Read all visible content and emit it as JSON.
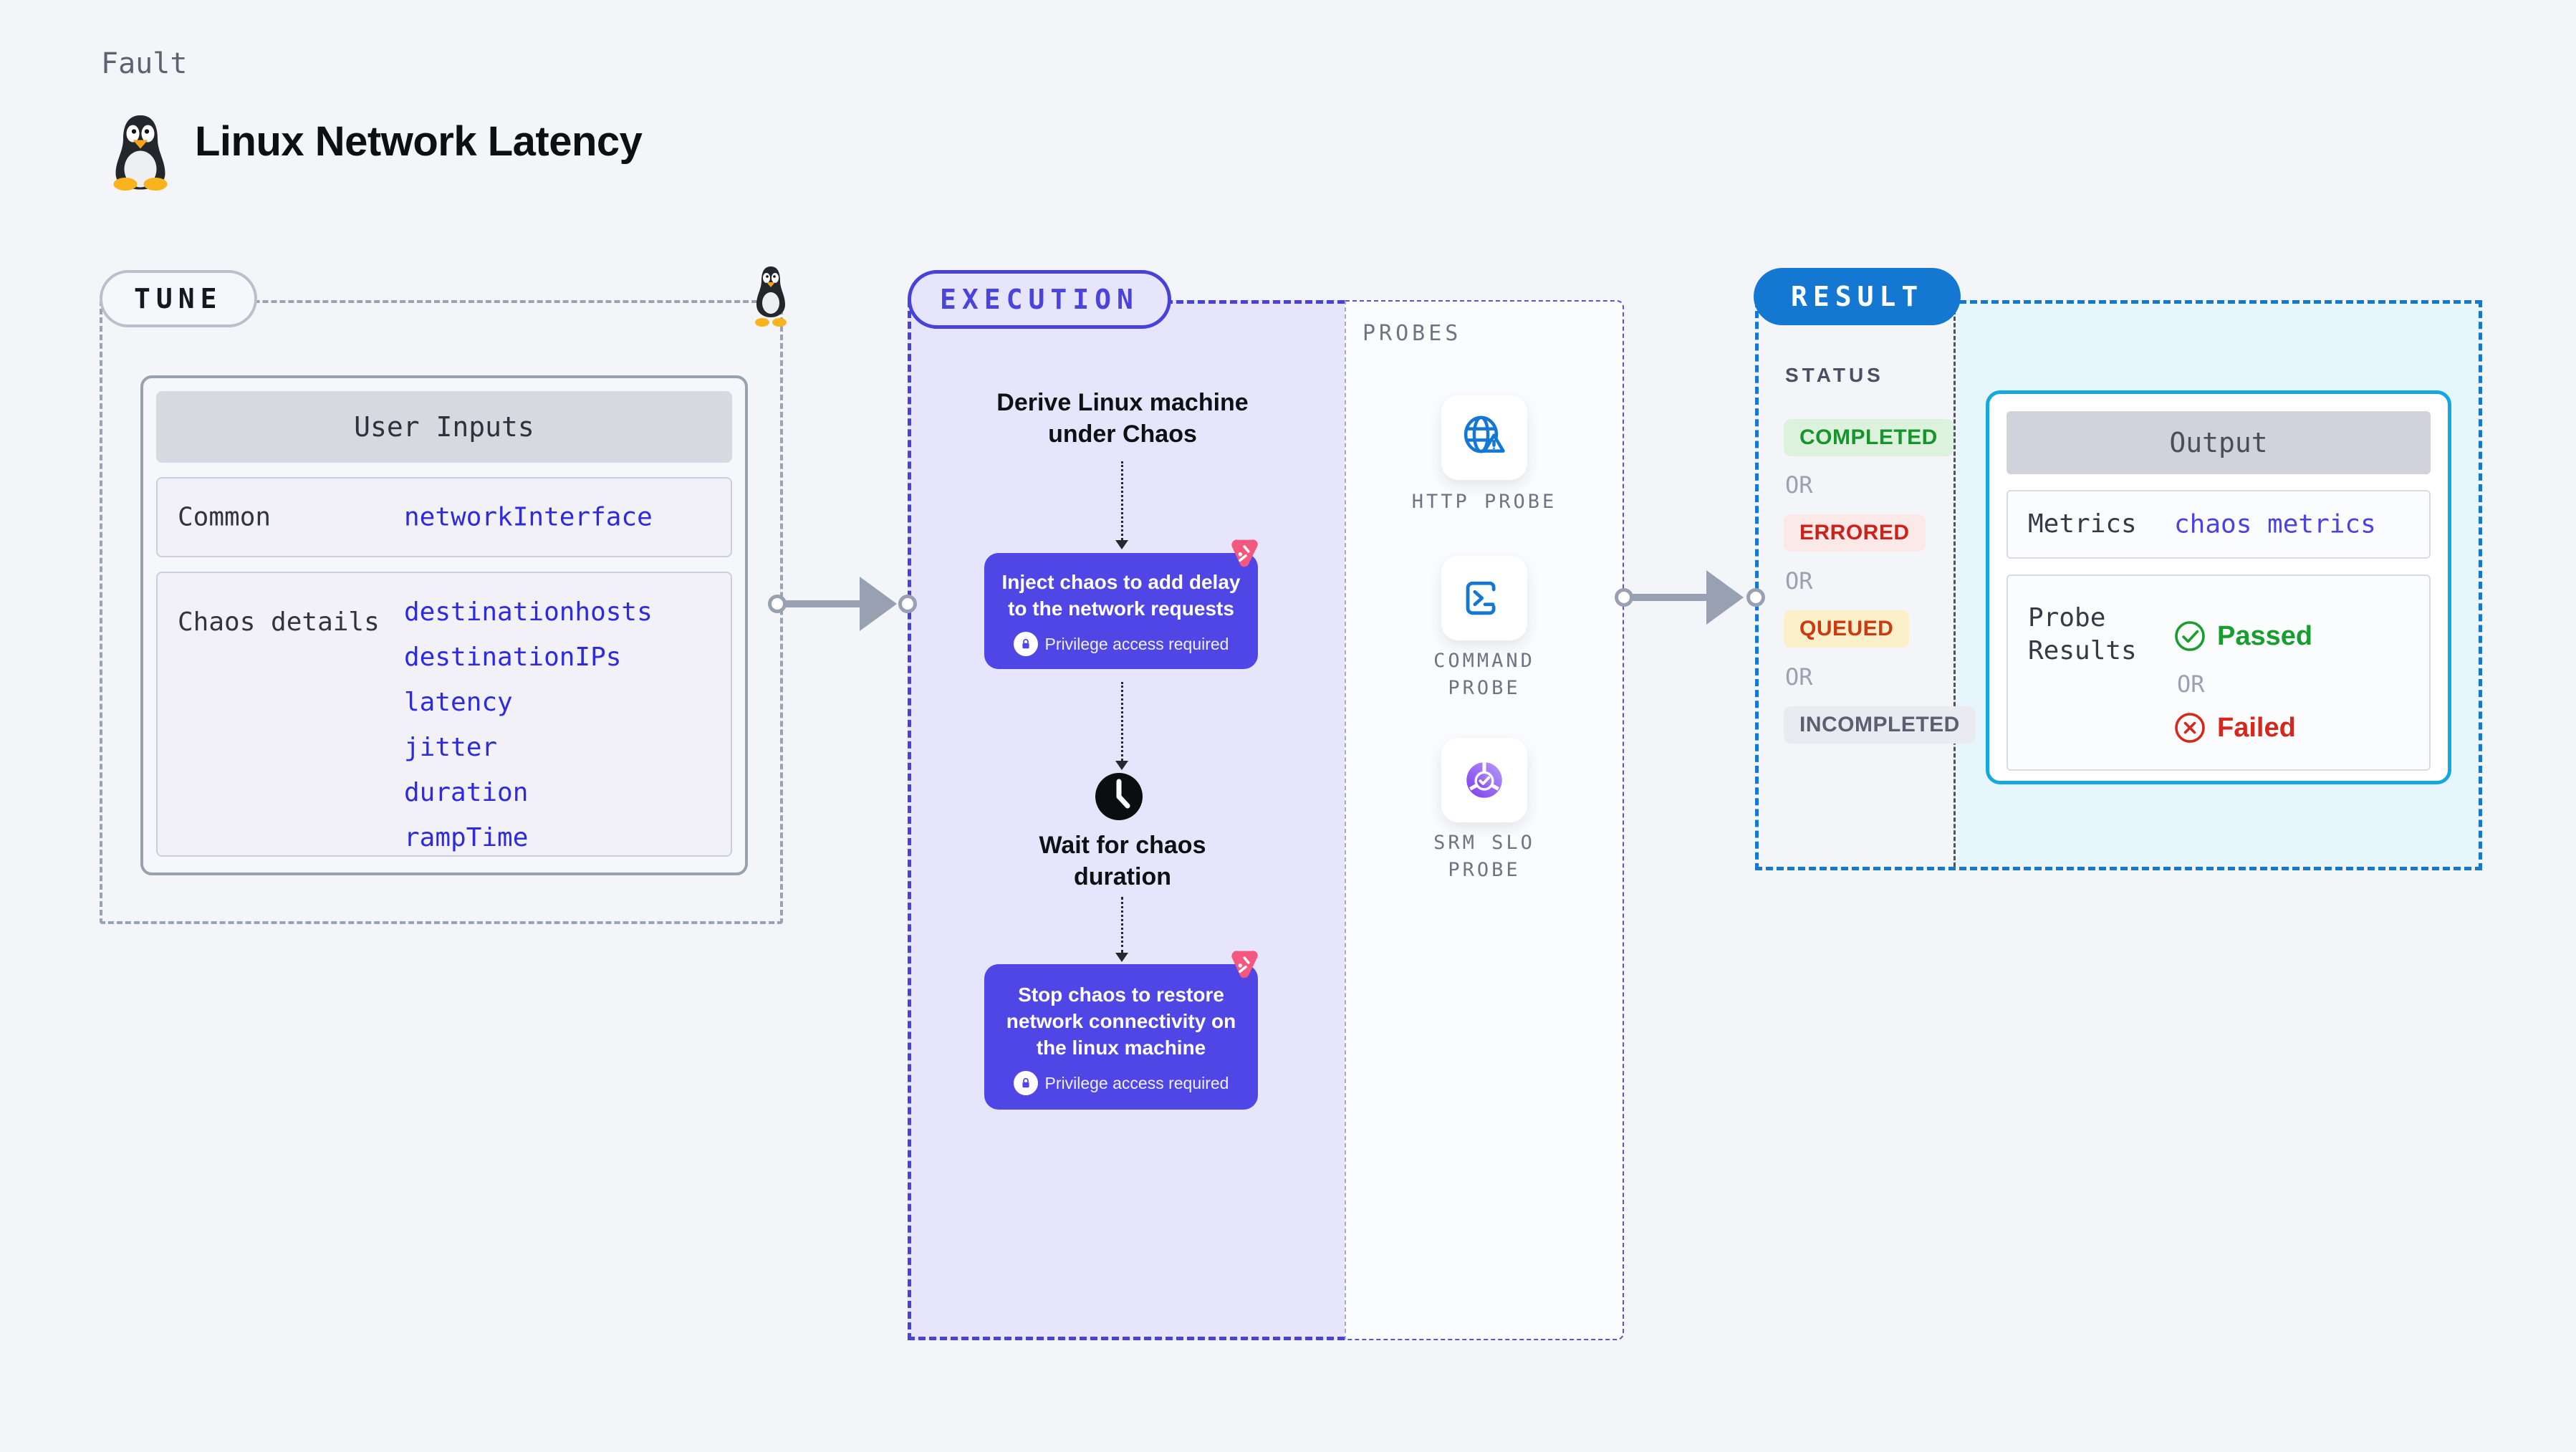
{
  "header": {
    "eyebrow": "Fault",
    "title": "Linux Network Latency"
  },
  "tune": {
    "badge": "TUNE",
    "panel_title": "User Inputs",
    "rows": [
      {
        "label": "Common",
        "values": [
          "networkInterface"
        ]
      },
      {
        "label": "Chaos details",
        "values": [
          "destinationhosts",
          "destinationIPs",
          "latency",
          "jitter",
          "duration",
          "rampTime"
        ]
      }
    ]
  },
  "execution": {
    "badge": "EXECUTION",
    "derive_label": "Derive Linux machine under Chaos",
    "inject_label": "Inject chaos to add delay to the network requests",
    "privilege_label": "Privilege access required",
    "wait_label": "Wait for chaos duration",
    "stop_label": "Stop chaos to restore network connectivity on the linux machine"
  },
  "probes": {
    "heading": "PROBES",
    "items": [
      {
        "name": "HTTP PROBE",
        "icon": "http-probe-icon"
      },
      {
        "name": "COMMAND PROBE",
        "icon": "command-probe-icon"
      },
      {
        "name": "SRM SLO PROBE",
        "icon": "srm-slo-probe-icon"
      }
    ]
  },
  "result": {
    "badge": "RESULT",
    "status_heading": "STATUS",
    "or_label": "OR",
    "statuses": [
      {
        "label": "COMPLETED",
        "color": "#17942d",
        "bg": "#dcf2dc"
      },
      {
        "label": "ERRORED",
        "color": "#cb231c",
        "bg": "#fbe9e8"
      },
      {
        "label": "QUEUED",
        "color": "#cb3a12",
        "bg": "#fcf0cb"
      },
      {
        "label": "INCOMPLETED",
        "color": "#5b5f72",
        "bg": "#eaebf1"
      }
    ],
    "output": {
      "title": "Output",
      "metrics_label": "Metrics",
      "metrics_value": "chaos metrics",
      "probe_results_label": "Probe Results",
      "passed_label": "Passed",
      "failed_label": "Failed",
      "or_label": "OR"
    }
  },
  "colors": {
    "accent_indigo": "#4f46e5",
    "execution_border": "#4742d9",
    "result_blue": "#1478d2",
    "output_cyan": "#14a9de",
    "value_blue": "#2d2ae0",
    "passed_green": "#189e2e",
    "failed_red": "#d6271c",
    "chaos_pink": "#f4587f",
    "arrow_gray": "#98a1b1"
  }
}
